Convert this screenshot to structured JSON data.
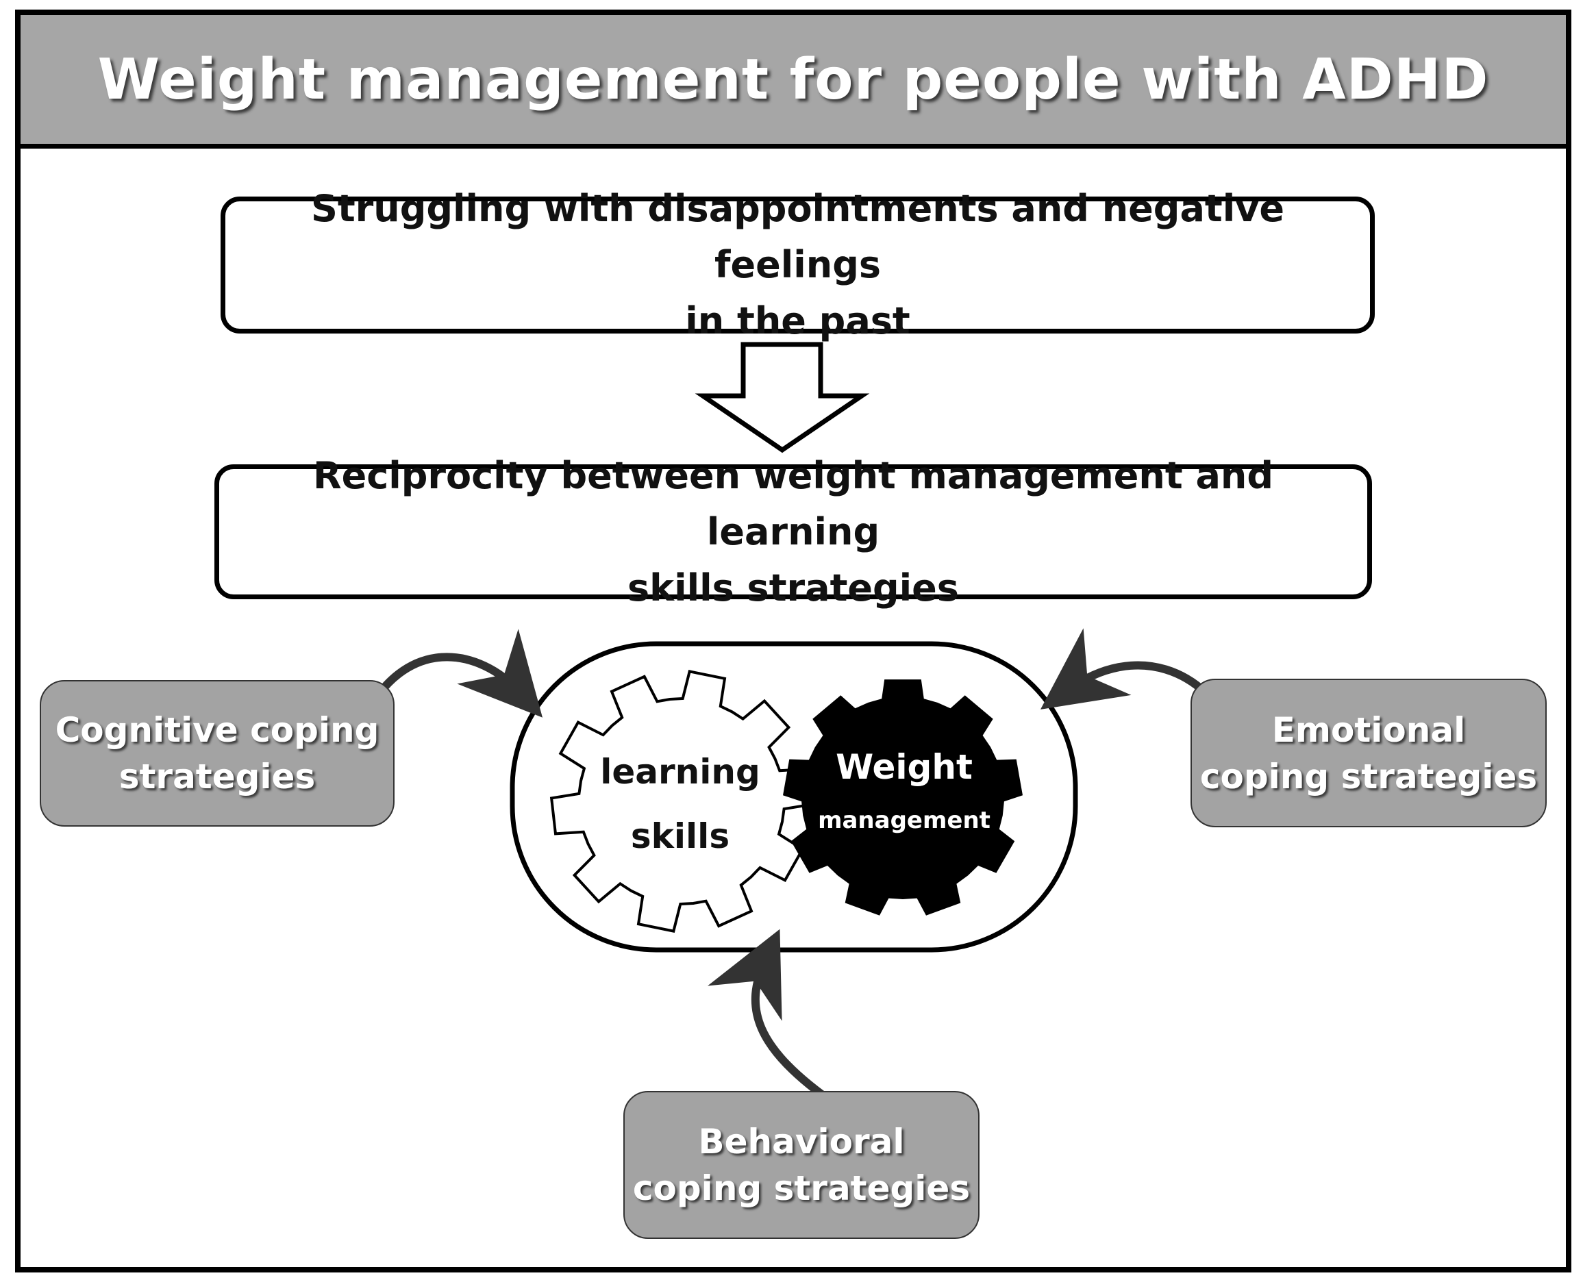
{
  "title": "Weight management for people with ADHD",
  "box_past": {
    "line1": "Struggling with disappointments and negative feelings",
    "line2": "in the past"
  },
  "box_reciprocity": {
    "line1": "Reciprocity between weight management and learning",
    "line2": "skills strategies"
  },
  "gears": {
    "learning": {
      "line1": "learning",
      "line2": "skills"
    },
    "weight": {
      "line1": "Weight",
      "line2": "management"
    }
  },
  "strategies": {
    "cognitive": {
      "line1": "Cognitive coping",
      "line2": "strategies"
    },
    "emotional": {
      "line1": "Emotional",
      "line2": "coping strategies"
    },
    "behavioral": {
      "line1": "Behavioral",
      "line2": "coping strategies"
    }
  },
  "colors": {
    "title_bar": "#a6a6a6",
    "strategy_box": "#a3a3a3",
    "arrow": "#333333"
  }
}
